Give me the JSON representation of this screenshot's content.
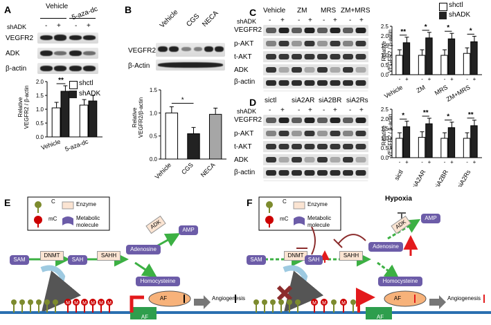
{
  "panel_labels": {
    "a": "A",
    "b": "B",
    "c": "C",
    "d": "D",
    "e": "E",
    "f": "F"
  },
  "common": {
    "shadk": "shADK",
    "minus": "-",
    "plus": "+",
    "vegfr2": "VEGFR2",
    "adk": "ADK",
    "bactin": "β-actin",
    "bActin": "β-Actin",
    "pakt": "p-AKT",
    "takt": "t-AKT",
    "leg_shctl": "shctl",
    "leg_shadk": "shADK",
    "ylabel_rel": "Relative",
    "ylabel_v": "VEGFR2 / β-actin",
    "ylabel_v2": "VEGFR2 / β-actin",
    "ylabel_vb": "VEGFR2/β-actin"
  },
  "panelA": {
    "top": [
      "Vehicle",
      "5-aza-dc"
    ]
  },
  "panelB": {
    "top": [
      "Vehicle",
      "CGS",
      "NECA"
    ]
  },
  "panelC": {
    "top": [
      "Vehicle",
      "ZM",
      "MRS",
      "ZM+MRS"
    ]
  },
  "panelD": {
    "top": [
      "sictl",
      "siA2AR",
      "siA2BR",
      "siA2Rs"
    ]
  },
  "chart_data": [
    {
      "type": "bar",
      "panel": "A",
      "categories": [
        "Vehicle",
        "5-aza-dc"
      ],
      "series": [
        {
          "name": "shctl",
          "values": [
            1.05,
            1.15
          ]
        },
        {
          "name": "shADK",
          "values": [
            1.65,
            1.3
          ]
        }
      ],
      "ylim": [
        0,
        2.0
      ],
      "yticks": [
        "0.0",
        "0.5",
        "1.0",
        "1.5",
        "2.0"
      ],
      "sig": [
        "**",
        ""
      ]
    },
    {
      "type": "bar",
      "panel": "B",
      "categories": [
        "Vehicle",
        "CGS",
        "NECA"
      ],
      "values": [
        1.0,
        0.55,
        0.97
      ],
      "colors": [
        "#ffffff",
        "#222222",
        "#a6a6a6"
      ],
      "ylim": [
        0,
        1.5
      ],
      "yticks": [
        "0.0",
        "0.5",
        "1.0",
        "1.5"
      ],
      "sig": "*"
    },
    {
      "type": "bar",
      "panel": "C",
      "categories": [
        "Vehicle",
        "ZM",
        "MRS",
        "ZM+MRS"
      ],
      "series": [
        {
          "name": "shctl",
          "values": [
            1.0,
            1.0,
            1.0,
            1.1
          ]
        },
        {
          "name": "shADK",
          "values": [
            1.65,
            1.9,
            1.85,
            1.7
          ]
        }
      ],
      "ylim": [
        0,
        2.5
      ],
      "yticks": [
        "0.0",
        "0.5",
        "1.0",
        "1.5",
        "2.0",
        "2.5"
      ],
      "sig": [
        "**",
        "*",
        "*",
        "*"
      ]
    },
    {
      "type": "bar",
      "panel": "D",
      "categories": [
        "sictl",
        "siA2AR",
        "siA2BR",
        "siA2Rs"
      ],
      "series": [
        {
          "name": "shctl",
          "values": [
            1.0,
            1.05,
            1.0,
            1.0
          ]
        },
        {
          "name": "shADK",
          "values": [
            1.6,
            1.75,
            1.55,
            1.65
          ]
        }
      ],
      "ylim": [
        0,
        2.5
      ],
      "yticks": [
        "0.0",
        "0.5",
        "1.0",
        "1.5",
        "2.0",
        "2.5"
      ],
      "sig": [
        "*",
        "**",
        "*",
        "**"
      ]
    }
  ],
  "legend": {
    "c": "C",
    "mc": "mC",
    "mc_letter": "M",
    "enzyme": "Enzyme",
    "metabolic1": "Metabolic",
    "metabolic2": "molecule"
  },
  "pathway": {
    "sam": "SAM",
    "sah": "SAH",
    "dnmt": "DNMT",
    "sahh": "SAHH",
    "adk": "ADK",
    "amp": "AMP",
    "adenosine": "Adenosine",
    "homocysteine": "Homocysteine",
    "af": "AF",
    "angiogenesis": "Angiogenesis",
    "hypoxia": "Hypoxia"
  }
}
